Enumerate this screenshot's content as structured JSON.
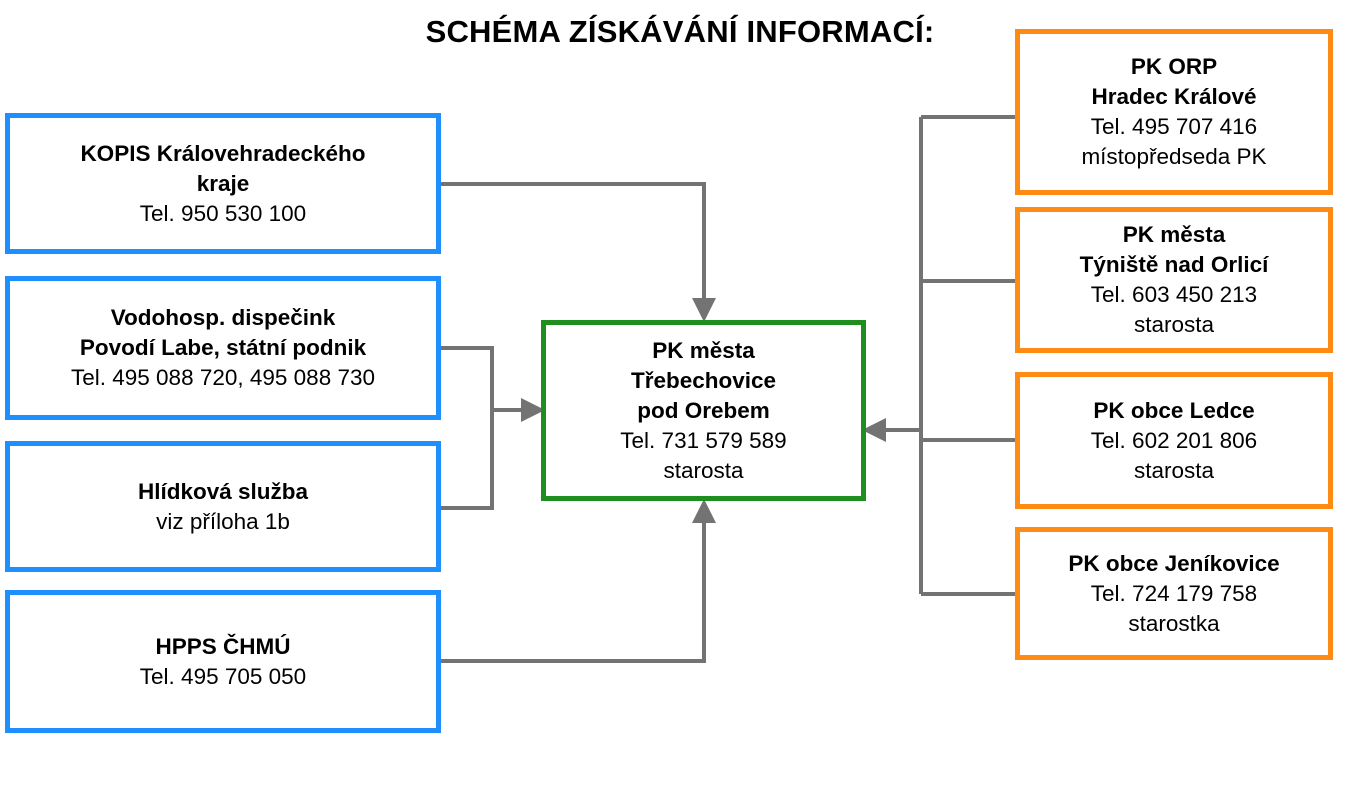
{
  "title": "SCHÉMA ZÍSKÁVÁNÍ INFORMACÍ:",
  "sources_left": [
    {
      "lines_bold": [
        "KOPIS Královehradeckého",
        "kraje"
      ],
      "lines": [
        "Tel. 950 530 100"
      ]
    },
    {
      "lines_bold": [
        "Vodohosp. dispečink",
        "Povodí Labe, státní podnik"
      ],
      "lines": [
        "Tel. 495 088 720, 495 088 730"
      ]
    },
    {
      "lines_bold": [
        "Hlídková služba"
      ],
      "lines": [
        "viz příloha 1b"
      ]
    },
    {
      "lines_bold": [
        "HPPS ČHMÚ"
      ],
      "lines": [
        "Tel. 495 705 050"
      ]
    }
  ],
  "center": {
    "lines_bold": [
      "PK města",
      "Třebechovice",
      "pod Orebem"
    ],
    "lines": [
      "Tel. 731 579 589",
      "starosta"
    ]
  },
  "sources_right": [
    {
      "lines_bold": [
        "PK ORP",
        "Hradec Králové"
      ],
      "lines": [
        "Tel. 495 707 416",
        "místopředseda PK"
      ]
    },
    {
      "lines_bold": [
        "PK města",
        "Týniště nad Orlicí"
      ],
      "lines": [
        "Tel. 603 450 213",
        "starosta"
      ]
    },
    {
      "lines_bold": [
        "PK obce Ledce"
      ],
      "lines": [
        "Tel. 602 201 806",
        "starosta"
      ]
    },
    {
      "lines_bold": [
        "PK obce Jeníkovice"
      ],
      "lines": [
        "Tel. 724 179 758",
        "starostka"
      ]
    }
  ],
  "colors": {
    "left_border": "#1f8fff",
    "center_border": "#1e8f1e",
    "right_border": "#ff8a14",
    "connector": "#737373"
  }
}
